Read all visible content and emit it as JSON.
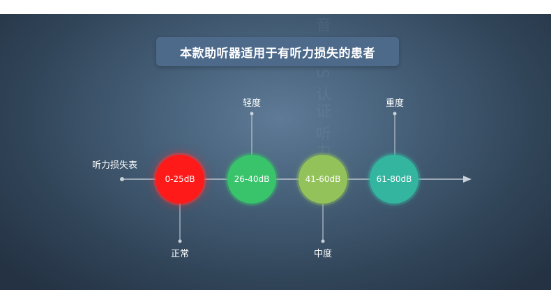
{
  "title": "本款助听器适用于有听力损失的患者",
  "axis_label": "听力损失表",
  "levels": [
    {
      "range": "0-25dB",
      "category": "正常",
      "color": "#ff1a1a"
    },
    {
      "range": "26-40dB",
      "category": "轻度",
      "color": "#39c36b"
    },
    {
      "range": "41-60dB",
      "category": "中度",
      "color": "#93c25a"
    },
    {
      "range": "61-80dB",
      "category": "重度",
      "color": "#34b5a0"
    }
  ],
  "watermark": "佳音 ASIS 认证 听力"
}
